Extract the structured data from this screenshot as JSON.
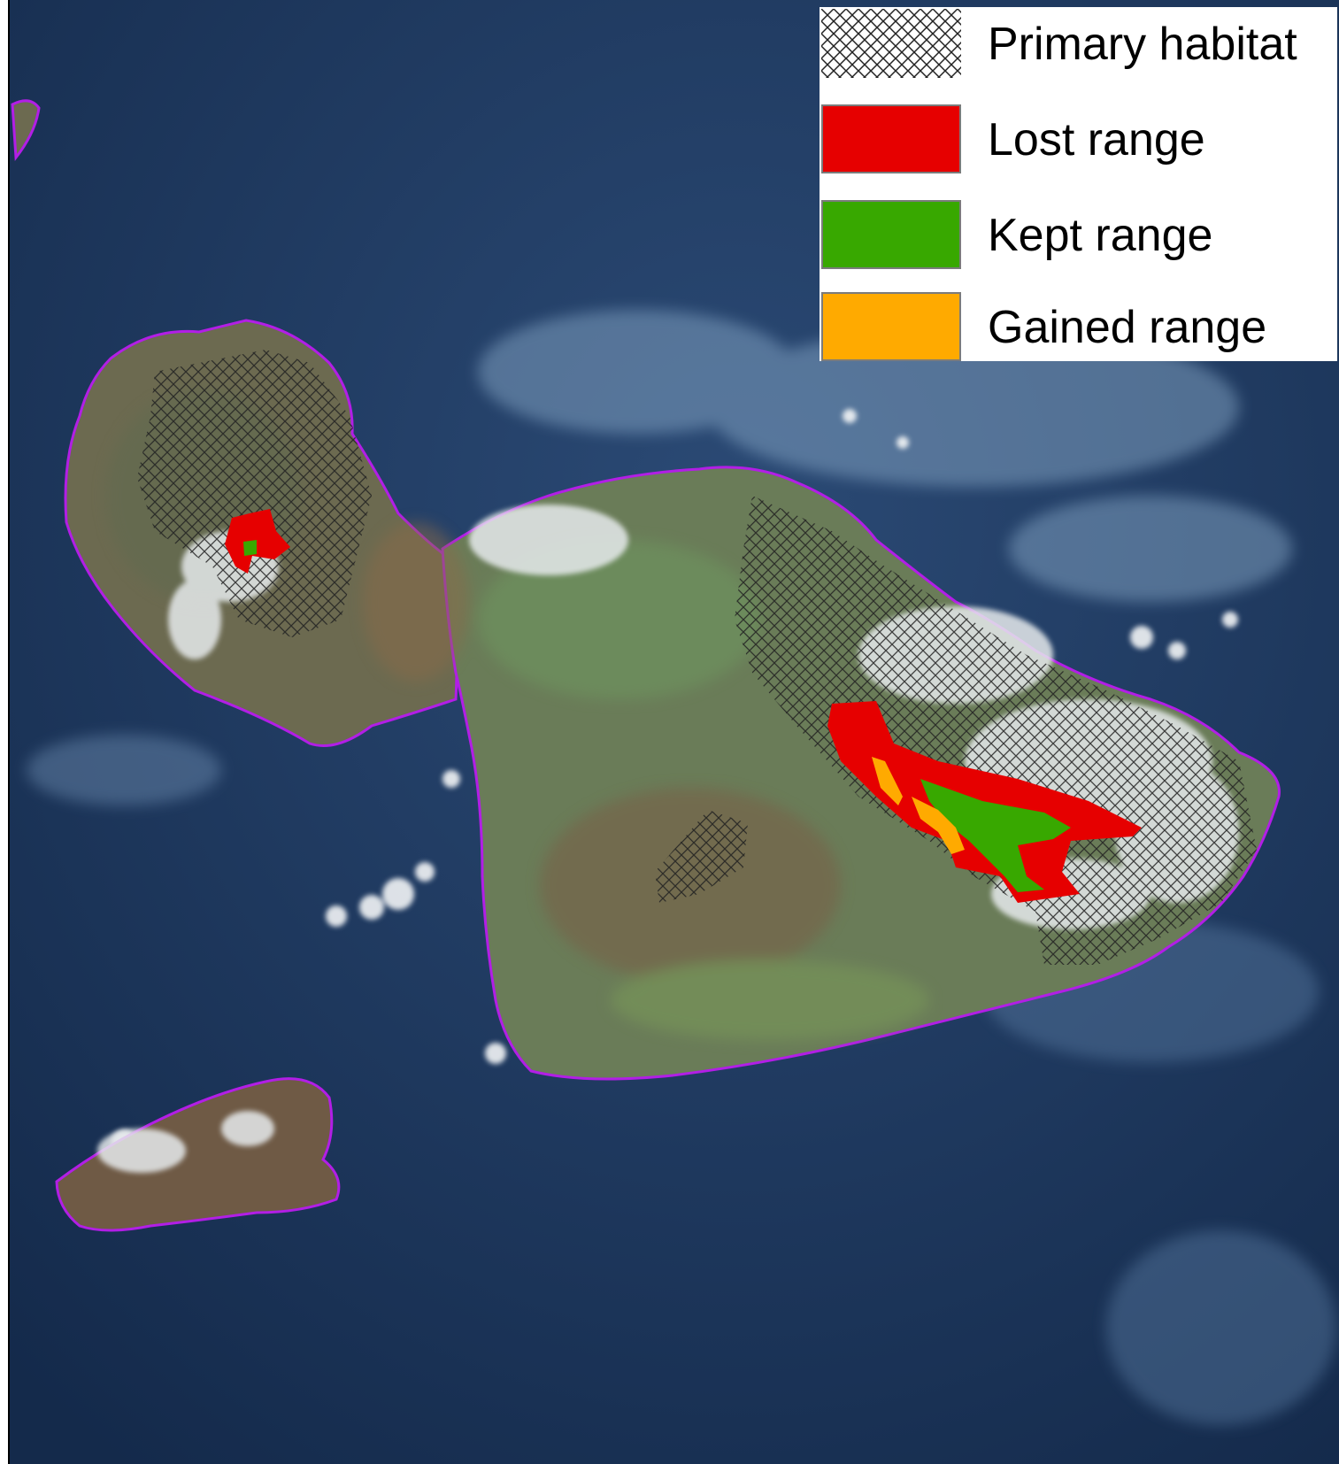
{
  "map": {
    "colors": {
      "ocean": "#1b3357",
      "ocean_deep": "#142a4b",
      "land": "#6c6a50",
      "land_green": "#6d8a5e",
      "coastline": "#b21ee6",
      "cloud": "#e8ecee",
      "hatch": "#222222",
      "lost": "#e60000",
      "kept": "#38a800",
      "gained": "#ffaa00"
    }
  },
  "legend": {
    "items": [
      {
        "label": "Primary habitat",
        "swatch": "hatch",
        "color": "#222222"
      },
      {
        "label": "Lost range",
        "swatch": "solid",
        "color": "#e60000"
      },
      {
        "label": "Kept range",
        "swatch": "solid",
        "color": "#38a800"
      },
      {
        "label": "Gained range",
        "swatch": "solid",
        "color": "#ffaa00"
      }
    ]
  }
}
